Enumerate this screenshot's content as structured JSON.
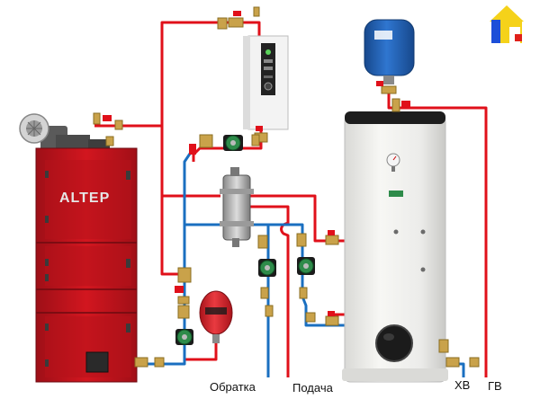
{
  "boiler": {
    "brand": "ALTEP"
  },
  "labels": {
    "return": "Обратка",
    "supply": "Подача",
    "cold_water": "ХВ",
    "hot_water": "ГВ"
  },
  "colors": {
    "hot_pipe": "#e0101a",
    "cold_pipe": "#1a6fc0",
    "boiler_red": "#c8131d",
    "expansion_tank_red": "#d8202a",
    "expansion_tank_blue": "#1e5fb0",
    "pump_green": "#2e8b4a",
    "valve_brass": "#c9a24a",
    "logo_yellow": "#f5d21a",
    "logo_blue": "#1c4fd8",
    "logo_red": "#e0201a"
  },
  "icons": [
    "site-logo-icon",
    "fan-icon",
    "pump-icon",
    "valve-icon",
    "expansion-tank-icon",
    "manometer-icon"
  ]
}
